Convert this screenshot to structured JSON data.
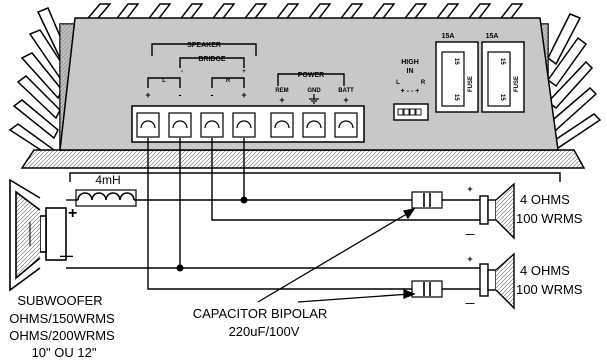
{
  "amp": {
    "speaker_label": "SPEAKER",
    "bridge_label": "BRIDGE",
    "power_label": "POWER",
    "ch_left": "L",
    "ch_right": "R",
    "term_signs": [
      "+",
      "-",
      "-",
      "+"
    ],
    "bridge_minus": "-",
    "bridge_plus": "+",
    "power_terms": [
      "REM",
      "GND",
      "BATT"
    ],
    "power_signs": [
      "+",
      "",
      "+"
    ],
    "high_in_line1": "HIGH",
    "high_in_line2": "IN",
    "high_in_l": "L",
    "high_in_r": "R",
    "high_in_signs": "+ - - +",
    "fuse1_rating": "15A",
    "fuse2_rating": "15A",
    "fuse_label": "FUSE",
    "fuse_top": "15",
    "fuse_bottom": "15"
  },
  "wiring": {
    "inductor_label": "4mH",
    "sub_plus": "+",
    "sub_minus": "—",
    "speaker1_plus": "+",
    "speaker1_minus": "—",
    "speaker2_plus": "+",
    "speaker2_minus": "—",
    "speaker1_ohms": "4 OHMS",
    "speaker1_rms": "100 WRMS",
    "speaker2_ohms": "4 OHMS",
    "speaker2_rms": "100 WRMS",
    "capacitor_line1": "CAPACITOR BIPOLAR",
    "capacitor_line2": "220uF/100V",
    "subwoofer_line1": "SUBWOOFER",
    "subwoofer_line2": "OHMS/150WRMS",
    "subwoofer_line3": "OHMS/200WRMS",
    "subwoofer_line4": "10\" OU 12\""
  }
}
